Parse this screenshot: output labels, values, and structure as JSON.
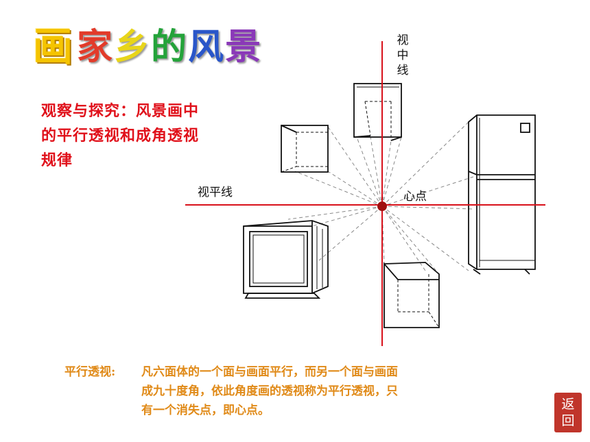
{
  "title": {
    "first_char": "画",
    "rest_chars": [
      {
        "ch": "家",
        "color": "#e23b2a"
      },
      {
        "ch": "乡",
        "color": "#e8d51a"
      },
      {
        "ch": "的",
        "color": "#24a33a"
      },
      {
        "ch": "风",
        "color": "#2a56c9"
      },
      {
        "ch": "景",
        "color": "#8a39b8"
      }
    ]
  },
  "intro_text": "观察与探究：风景画中的平行透视和成角透视规律",
  "labels": {
    "horizon_line": "视平线",
    "center_line": [
      "视",
      "中",
      "线"
    ],
    "vanishing_point": "心点"
  },
  "description": {
    "term": "平行透视:",
    "lines": [
      "凡六面体的一个面与画面平行，而另一个面与画面",
      "成九十度角，依此角度画的透视称为平行透视，只",
      "有一个消失点，即心点。"
    ]
  },
  "back_button": [
    "返",
    "回"
  ],
  "colors": {
    "axis_lines": "#d8101a",
    "vanishing_point": "#a01010",
    "intro_text": "#e0101a",
    "description_text": "#e08a18",
    "back_button": "#c0352b"
  }
}
